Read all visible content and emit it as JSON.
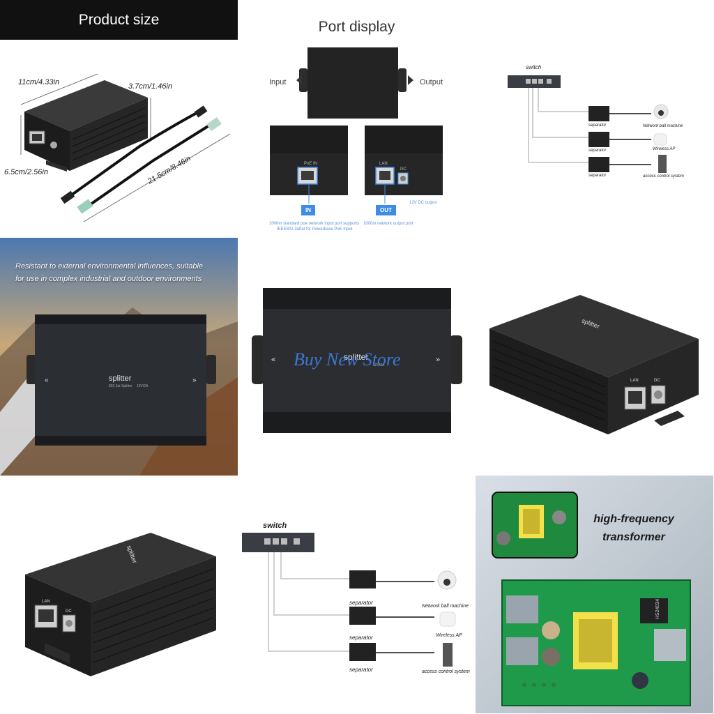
{
  "panel_size": {
    "title": "Product size",
    "dim_length": "11cm/4.33in",
    "dim_height": "3.7cm/1.46in",
    "dim_width": "6.5cm/2.56in",
    "dim_cable": "21.5cm/8.46in"
  },
  "port_display": {
    "title": "Port display",
    "input_label": "Input",
    "output_label": "Output",
    "in_badge": "IN",
    "out_badge": "OUT",
    "in_port_text": "PoE IN",
    "lan_port_text": "LAN",
    "dc_port_text": "DC",
    "in_desc_line1": "1000m standard poe network input port supports",
    "in_desc_line2": "IEEE802.3af/at for Powerbase PoE input",
    "out_desc": "1000m network output port",
    "dc_desc": "12V DC output"
  },
  "network_small": {
    "switch_label": "switch",
    "devices": [
      {
        "separator": "separator",
        "device": "Network ball machine"
      },
      {
        "separator": "separator",
        "device": "Wireless AP"
      },
      {
        "separator": "separator",
        "device": "access control system"
      }
    ]
  },
  "environment": {
    "text_line1": "Resistant to external environmental influences, suitable",
    "text_line2": "for use in complex industrial and outdoor environments",
    "device_label": "splitter",
    "device_sublabel": "802.3at Splitter",
    "device_spec": "12V/2A"
  },
  "top_view": {
    "device_label": "splitter",
    "device_spec": "12V/2A",
    "watermark": "Buy New Store"
  },
  "angle_view": {
    "device_label": "splitter",
    "lan_label": "LAN",
    "dc_label": "DC"
  },
  "angle_view_2": {
    "device_label": "splitter",
    "lan_label": "LAN",
    "dc_label": "DC"
  },
  "network_large": {
    "switch_label": "switch",
    "devices": [
      {
        "separator": "separator",
        "device": "Network ball machine"
      },
      {
        "separator": "separator",
        "device": "Wireless AP"
      },
      {
        "separator": "separator",
        "device": "access control system"
      }
    ]
  },
  "transformer": {
    "text_line1": "high-frequency",
    "text_line2": "transformer",
    "chip_text": "HS24034"
  },
  "colors": {
    "banner_bg": "#111111",
    "device_body": "#222222",
    "badge_blue": "#3f8ce6",
    "pcb_green": "#1f9a4a",
    "watermark_blue": "#3f7fe8"
  }
}
